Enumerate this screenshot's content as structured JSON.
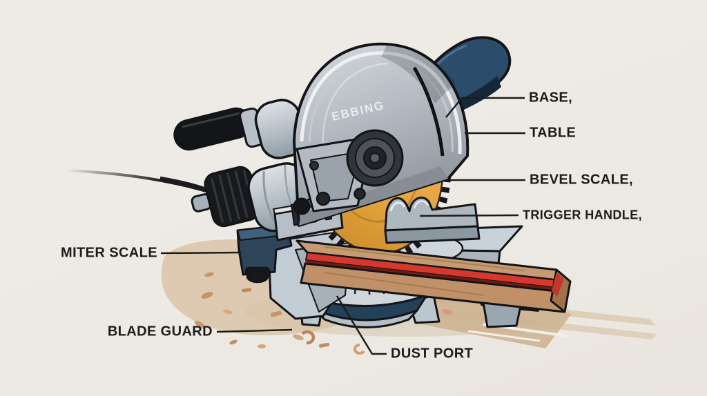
{
  "canvas": {
    "background": "#edeae4"
  },
  "illustration": {
    "subject_brand_label": "EBBING",
    "colors": {
      "background": "#edeae4",
      "blade": "#e4a43e",
      "blade_guard": "#b9bfc6",
      "handle_navy": "#2b4d6b",
      "base_gray": "#bcc7cf",
      "wood_board": "#c69b72",
      "red_stripe": "#d6392c",
      "knob_red": "#a04a51",
      "label_text": "#1c1c1a",
      "ground_shadow": "#d8c2a4"
    }
  },
  "callouts": {
    "right": [
      {
        "id": "base",
        "label": "BASE,"
      },
      {
        "id": "table",
        "label": "TABLE"
      },
      {
        "id": "bevel-scale",
        "label": "BEVEL SCALE,"
      },
      {
        "id": "trigger-handle",
        "label": "TRIGGER HANDLE,"
      }
    ],
    "left": [
      {
        "id": "miter-scale",
        "label": "MITER SCALE"
      },
      {
        "id": "blade-guard",
        "label": "BLADE GUARD"
      },
      {
        "id": "dust-port",
        "label": "DUST PORT"
      }
    ]
  }
}
